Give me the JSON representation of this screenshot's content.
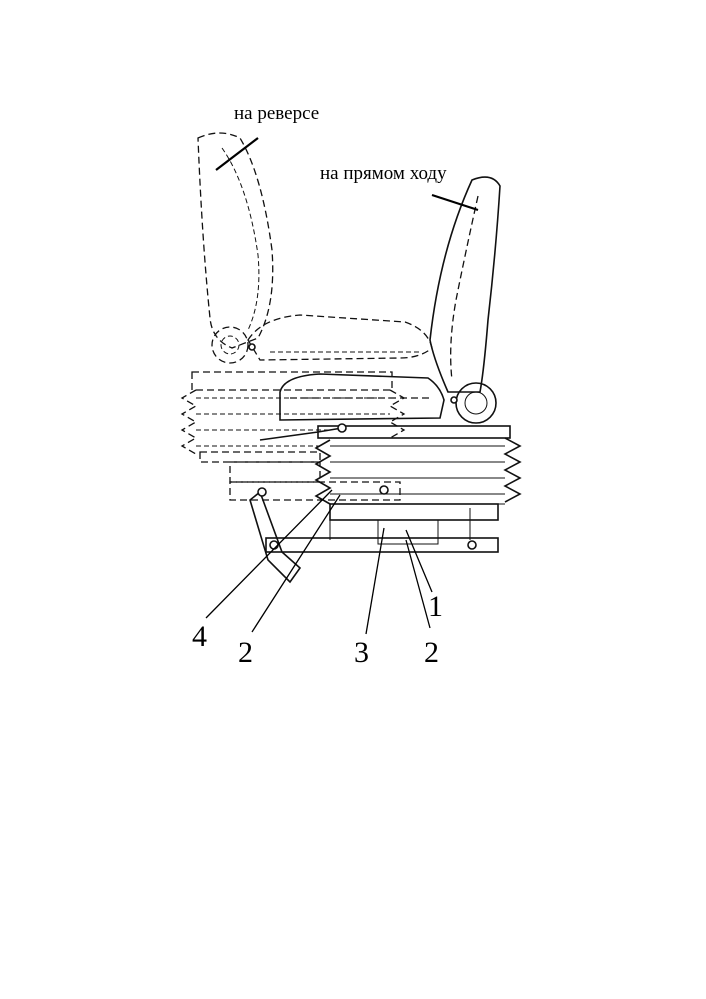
{
  "labels": {
    "reverse": "на реверсе",
    "forward": "на прямом ходу"
  },
  "callouts": {
    "c1": "1",
    "c2a": "2",
    "c2b": "2",
    "c3": "3",
    "c4": "4"
  }
}
